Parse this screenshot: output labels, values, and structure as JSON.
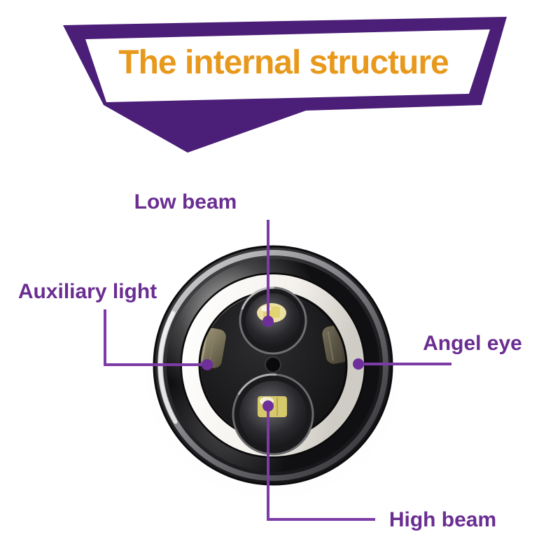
{
  "banner": {
    "title": "The internal structure",
    "background_color": "#4b1e78",
    "title_color": "#e8991c"
  },
  "labels": {
    "low_beam": "Low beam",
    "auxiliary_light": "Auxiliary light",
    "angel_eye": "Angel eye",
    "high_beam": "High beam"
  },
  "colors": {
    "label_purple": "#6a2d91",
    "line_purple": "#7c3ba6",
    "halo_white": "#f4f1ec",
    "led_yellow": "#e2d373",
    "housing_black": "#141416"
  }
}
